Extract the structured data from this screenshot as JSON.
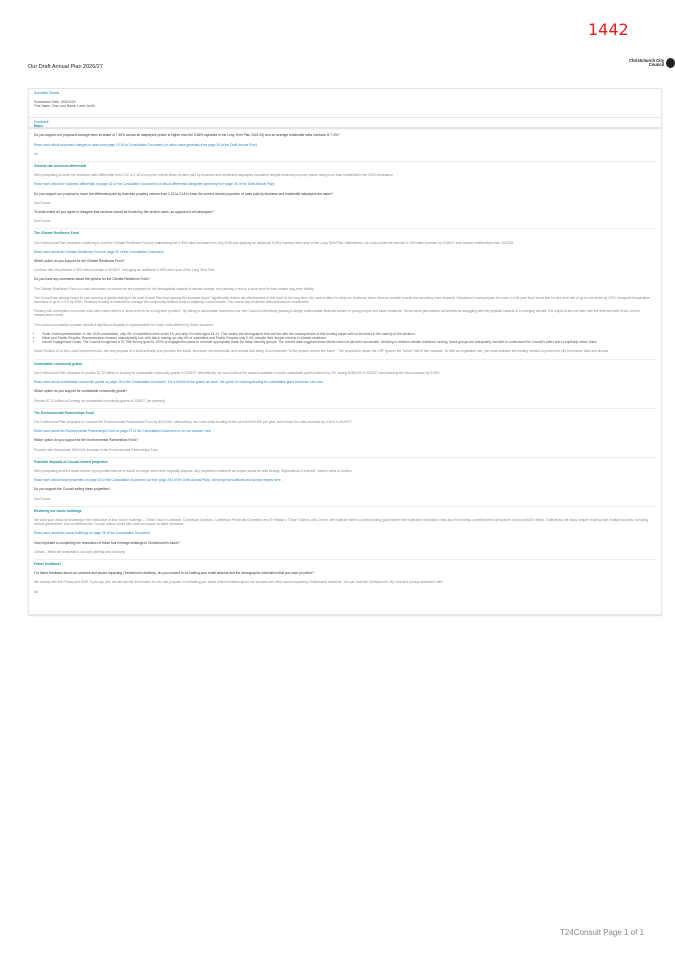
{
  "stamp": "1442",
  "header": {
    "title": "Our Draft Annual Plan 2026/27",
    "logo": "Christchurch City Council"
  },
  "submitter": {
    "heading": "Submitter Details",
    "date_line": "Submission Date: 2/06/2026",
    "name_line": "First Name: Tess     Last Name: Lowe-Smith"
  },
  "feedback": {
    "heading": "Feedback",
    "sections": [
      {
        "title": "Rates",
        "items": [
          {
            "t": "q",
            "v": "Do you support our proposed average rates increase of 7.46% across all ratepayers (which is higher than the 5.86% signalled in the Long Term Plan 2024-34) and an average residential rates increase of 7.4%?"
          },
          {
            "t": "link",
            "v": "Read more about proposed changes in rates from page 13-15 in Consultation Document (or about rates generally from page 34 of the Draft Annual Plan)"
          },
          {
            "t": "a",
            "v": "No"
          }
        ]
      },
      {
        "title": "General rate business differential",
        "items": [
          {
            "t": "a",
            "v": "We're proposing to lower the business rates differential from 2.22 to 2.18 to keep the overall share of rates paid by business and residential ratepayers consistent despite business property values rising more than residential in the 2025 revaluation."
          },
          {
            "t": "link",
            "v": "Read more about the business differential on page 16 of the Consultation Document (or about differential categories generally from page 35 of the Draft Annual Plan)"
          },
          {
            "t": "q",
            "v": "Do you support our proposal to lower the differential paid by business property owners from 2.22 to 2.18 to keep the current overall proportion of rates paid by business and residential ratepayers the same?"
          },
          {
            "t": "a",
            "v": "Don't know"
          },
          {
            "t": "q",
            "v": "To what extent do you agree or disagree that services should be funded by the service users, as opposed to all ratepayers?"
          },
          {
            "t": "a",
            "v": "Don't know"
          }
        ]
      },
      {
        "title": "The Climate Resilience Fund",
        "items": [
          {
            "t": "a",
            "v": "Our Draft Annual Plan proposes continuing to fund the Climate Resilience Fund by maintaining the 0.25% rates increase from July 2026 and applying an additional 0.25% increase each year of the Long Term Plan. Alternatively, we could pause the planned 0.25% rates increase for 2026/27 and resume contributions from 2027/28."
          },
          {
            "t": "link",
            "v": "Read more about the Climate Resilience Fund on page 20 of the Consultation Document"
          },
          {
            "t": "q",
            "v": "Which option do you support for the Climate Resilience Fund?"
          },
          {
            "t": "a",
            "v": "Continue with the planned 0.25% rates increase in 2026/27, and apply an additional 0.25% each year of the Long Term Plan"
          },
          {
            "t": "q",
            "v": "Do you have any comments about the options for the Climate Resilience Fund?"
          },
          {
            "t": "a",
            "v": "The Climate Resilience Fund is a vital mechanism to ensure we are prepared for the inescapable impacts of climate change, and pausing it now is a short-term fix that creates long-term liability."
          },
          {
            "t": "a",
            "v": "The Council has already heard its own warning: explicitly stating in the draft Annual Plan that pausing the increase would \"significantly reduce the effectiveness of this fund\" in the long term. We cannot afford to delay our resilience when extreme weather events are becoming more frequent. Christchurch must prepare for a one-in-100-year flood event and for sea level rise of up to one metre by 2070, alongside temperature increases of up to 3.0°C by 2090. Proactive funding is essential to manage the community-resilient costs of adapting Council assets. You cannot buy resilience without financial commitment."
          },
          {
            "t": "a",
            "v": "Pausing this contribution to provide short-term rates relief is a \"short-term fix for a long-term problem\". By failing to accumulate resources now, the Council is effectively passing a deeply unfavourable financial burden to young people and future residents. These future generations will already be struggling with the physical impacts of a changing climate; it is unjust to also hit them with the deferred debt of our current infrastructure needs."
          },
          {
            "t": "a",
            "v": "The current consultation process reveals a significant disparity in representation for those most affected by these decisions:"
          },
          {
            "t": "ul",
            "v": [
              "Youth Underrepresentation: In the 2025 consultation, only 4% of submitters were under 18, and only 2% were aged 18-24. This means the demographic that will live with the consequences of this funding pause will not be heard in the making of the decision.",
              "Māori and Pacific Peoples: Representation remains unacceptably low, with Māori making up only 4% of submitters and Pacific Peoples only 0.4%, despite their deeper interest in climate resilience.",
              "Unmet Engagement Goals: The Council recognised a Te Tiriti Survey goal for 100% of engagement plans to consider appropriate reach for these minority groups. The current data suggests these efforts have not yet been successful. Deciding to weaken climate resilience funding, these groups are adequately included to understand the Council's plans and to equitably inform them."
            ]
          },
          {
            "t": "a",
            "v": "Under Section 10 of the Local Government Act, the very purpose of a local authority is to promote the social, economic, environmental, and cultural well-being of communities \"in the present and for the future\". The proposal to pause the CRF ignores the \"future\" half of this mandate. To fulfil our legislative role, you must maintain the funding needed to protect the city from future risks and shocks."
          }
        ]
      },
      {
        "title": "Contestable community grants",
        "items": [
          {
            "t": "a",
            "v": "Our Draft Annual Plan proposes to provide $7.12 million in funding for contestable community grants in 2026/27. Alternatively, we could reduce the amount available in some contestable grant schemes by 5%, saving $356,000 in 2026/27 and lowering the rates increase by 0.06%."
          },
          {
            "t": "link",
            "v": "Read more about contestable community grants on page 25 of the Consultation Document. For a full list of the grants we have, the option of reducing funding for contestable grant schemes, see here."
          },
          {
            "t": "q",
            "v": "Which option do you support for contestable community grants?"
          },
          {
            "t": "a",
            "v": "Provide $7.12 million of funding for contestable community grants in 2026/27 (as planned)"
          }
        ]
      },
      {
        "title": "The Environmental Partnerships Fund",
        "items": [
          {
            "t": "a",
            "v": "Our Draft Annual Plan proposes to increase the Environmental Partnerships Fund by $200,000. Alternatively, we could retain funding at the current $150,000 per year, and reduce the rates increase by 0.04% in 2026/27."
          },
          {
            "t": "link",
            "v": "Read more about the Environmental Partnerships Fund on page 27 of the Consultation Document or on our website: here"
          },
          {
            "t": "q",
            "v": "Which option do you support for the Environmental Partnerships Fund?"
          },
          {
            "t": "a",
            "v": "Proceed with the planned $200,000 increase in the Environmental Partnerships Fund"
          }
        ]
      },
      {
        "title": "Potential disposal of Council-owned properties",
        "items": [
          {
            "t": "a",
            "v": "We're proposing to sell a small number of properties that we've found no longer serve their originally purpose. Any properties confirmed as surplus would be sold through 'Expressions of Interest', market value or auction."
          },
          {
            "t": "link",
            "v": "Read more about these properties on page 30 of the Consultation Document (or from page 253 of the Draft Annual Plan). See property locations and access reports here."
          },
          {
            "t": "q",
            "v": "Do you support the Council selling these properties?"
          },
          {
            "t": "a",
            "v": "Don't know"
          }
        ]
      },
      {
        "title": "Restoring our iconic buildings",
        "items": [
          {
            "t": "a",
            "v": "We want your views on investing in the restoration of four 'iconic' buildings – Christ Church Cathedral, Canterbury Museum, Canterbury Provincial Chambers and Te Pātaka o Tūhoe Tūāhuru Arts Centre. We estimate there is a total funding gap between the estimated restoration costs and the funding committed from all sources of around $200 million. Collectively, we would require funding from multiple sources, including central government. Any contribution the Council makes would also have an impact on rates increases."
          },
          {
            "t": "link",
            "v": "Read more about the iconic buildings on page 28 of the Consultation Document"
          },
          {
            "t": "q",
            "v": "How important is completing the restoration of these four heritage buildings to Christchurch's future?"
          },
          {
            "t": "a",
            "v": "Critical – these are essential to our city's identity and economy"
          }
        ]
      },
      {
        "title": "Future feedback?",
        "items": [
          {
            "t": "q",
            "v": "For future feedback about our services and issues impacting Christchurch residents, do you consent to us holding your email address and the demographic information that you have provided?"
          },
          {
            "t": "a",
            "v": "We comply with the Privacy Act 2020. If you say yes, we will use this information for the sole purpose of contacting you about future feedback about our services and other issues impacting Christchurch residents. You can read the Christchurch City Council's privacy statement here."
          },
          {
            "t": "a",
            "v": "No"
          }
        ]
      }
    ]
  },
  "footer": "T24Consult  Page 1 of 1"
}
